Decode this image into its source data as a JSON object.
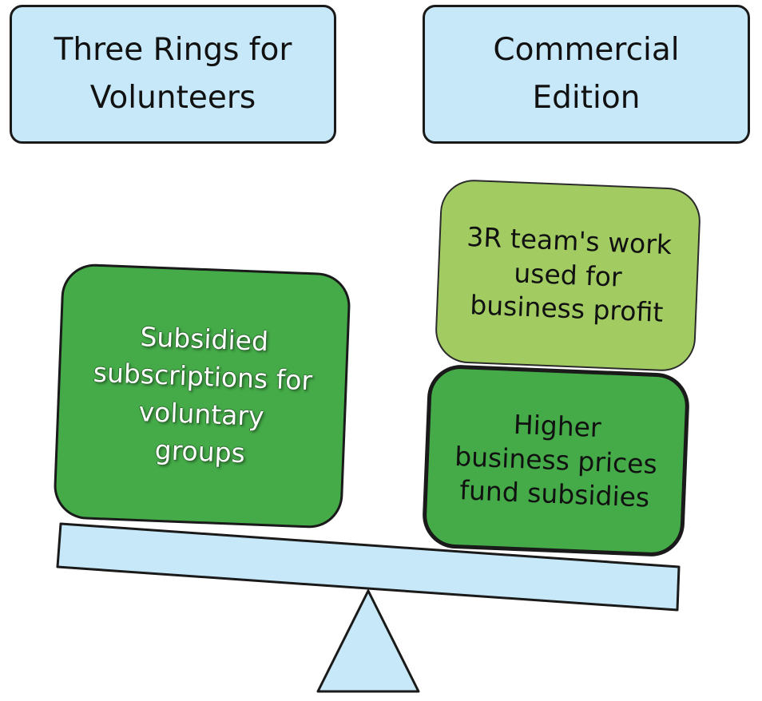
{
  "header": {
    "left_title": [
      "Three Rings for",
      "Volunteers"
    ],
    "right_title": [
      "Commercial",
      "Edition"
    ]
  },
  "left_side": {
    "weight": [
      "Subsidied",
      "subscriptions for",
      "voluntary",
      "groups"
    ]
  },
  "right_side": {
    "top_weight": [
      "3R team's work",
      "used for",
      "business profit"
    ],
    "bottom_weight": [
      "Higher",
      "business prices",
      "fund subsidies"
    ]
  },
  "colors": {
    "header_fill": "#c6e8f8",
    "dark_green": "#44ab48",
    "light_green": "#a2cc62",
    "beam_fill": "#c6e8f8",
    "outline": "#1a1a1a"
  }
}
